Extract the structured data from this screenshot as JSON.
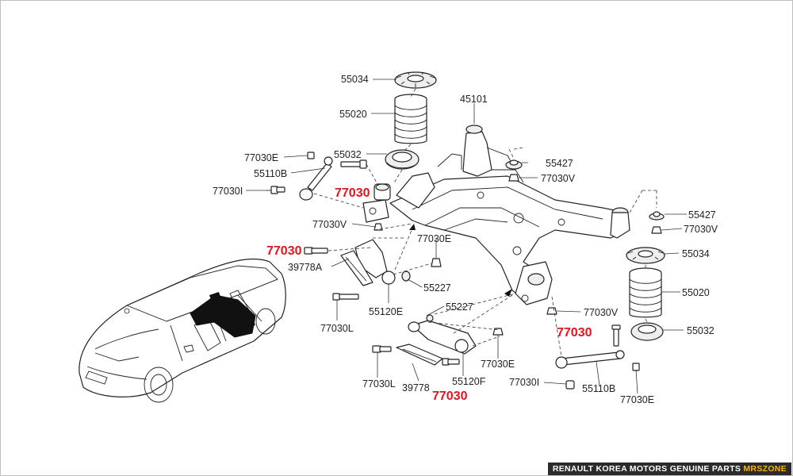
{
  "labels": {
    "l55034a": "55034",
    "l55020a": "55020",
    "l55032a": "55032",
    "l77030Ea": "77030E",
    "l55110Ba": "55110B",
    "l77030Ia": "77030I",
    "l77030red1": "77030",
    "l77030Va": "77030V",
    "l77030red2": "77030",
    "l39778A": "39778A",
    "l77030Eb": "77030E",
    "l55227a": "55227",
    "l55120E": "55120E",
    "l77030La": "77030L",
    "l45101": "45101",
    "l55427a": "55427",
    "l77030Vb": "77030V",
    "l55427b": "55427",
    "l77030Vc": "77030V",
    "l55034b": "55034",
    "l55020b": "55020",
    "l77030Vd": "77030V",
    "l77030red3": "77030",
    "l55032b": "55032",
    "l55227b": "55227",
    "l77030Ec": "77030E",
    "l77030Lb": "77030L",
    "l39778": "39778",
    "l55120F": "55120F",
    "l77030red4": "77030",
    "l77030Ib": "77030I",
    "l55110Bb": "55110B",
    "l77030Ed": "77030E"
  },
  "footer": {
    "text": "RENAULT KOREA MOTORS GENUINE PARTS",
    "brand": "MRSZONE"
  },
  "colors": {
    "callout_red": "#e3141b",
    "line": "#333333",
    "footer_bg": "#2b2b2b",
    "footer_brand": "#f3b900"
  }
}
